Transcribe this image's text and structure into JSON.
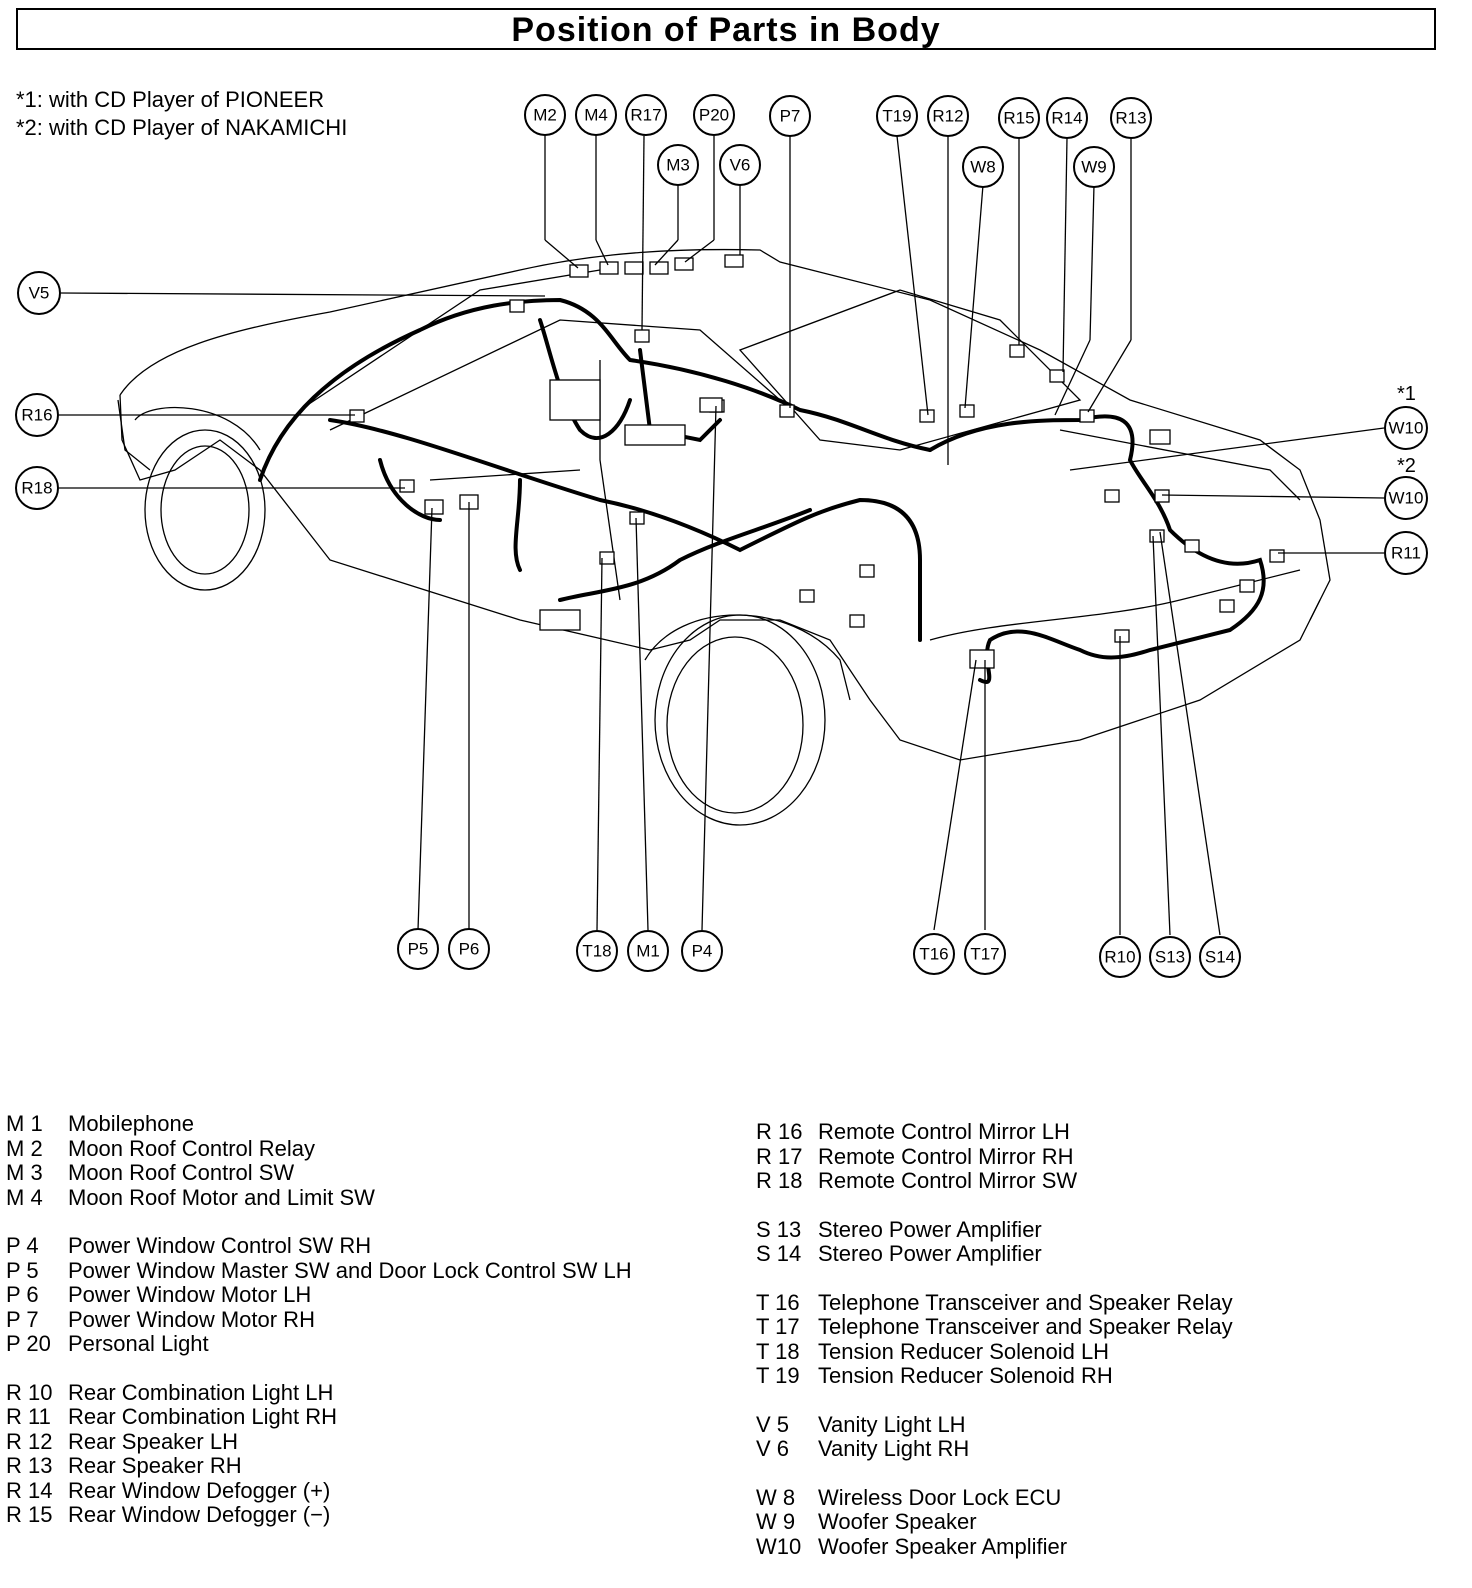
{
  "title": "Position of Parts in Body",
  "notes": [
    "*1: with CD Player of PIONEER",
    "*2: with CD Player of NAKAMICHI"
  ],
  "diagram": {
    "footnote_marks": [
      "*1",
      "*2"
    ],
    "callouts": [
      "M2",
      "M4",
      "R17",
      "P20",
      "P7",
      "T19",
      "R12",
      "R15",
      "R14",
      "R13",
      "M3",
      "V6",
      "W8",
      "W9",
      "V5",
      "R16",
      "R18",
      "W10",
      "W10",
      "R11",
      "P5",
      "P6",
      "T18",
      "M1",
      "P4",
      "T16",
      "T17",
      "R10",
      "S13",
      "S14"
    ]
  },
  "legend_left": [
    [
      {
        "code": "M 1",
        "desc": "Mobilephone"
      },
      {
        "code": "M 2",
        "desc": "Moon Roof Control Relay"
      },
      {
        "code": "M 3",
        "desc": "Moon Roof Control SW"
      },
      {
        "code": "M 4",
        "desc": "Moon Roof Motor and Limit SW"
      }
    ],
    [
      {
        "code": "P  4",
        "desc": "Power Window Control SW RH"
      },
      {
        "code": "P  5",
        "desc": "Power Window Master SW and Door Lock Control SW LH"
      },
      {
        "code": "P  6",
        "desc": "Power Window Motor LH"
      },
      {
        "code": "P  7",
        "desc": "Power Window Motor RH"
      },
      {
        "code": "P 20",
        "desc": "Personal Light"
      }
    ],
    [
      {
        "code": "R 10",
        "desc": "Rear Combination Light LH"
      },
      {
        "code": "R 11",
        "desc": "Rear Combination Light RH"
      },
      {
        "code": "R 12",
        "desc": "Rear Speaker LH"
      },
      {
        "code": "R 13",
        "desc": "Rear Speaker RH"
      },
      {
        "code": "R 14",
        "desc": "Rear Window Defogger (+)"
      },
      {
        "code": "R 15",
        "desc": "Rear Window Defogger (−)"
      }
    ]
  ],
  "legend_right": [
    [
      {
        "code": "R 16",
        "desc": "Remote Control Mirror LH"
      },
      {
        "code": "R 17",
        "desc": "Remote Control Mirror RH"
      },
      {
        "code": "R 18",
        "desc": "Remote Control Mirror SW"
      }
    ],
    [
      {
        "code": "S 13",
        "desc": "Stereo Power Amplifier"
      },
      {
        "code": "S 14",
        "desc": "Stereo Power Amplifier"
      }
    ],
    [
      {
        "code": "T 16",
        "desc": "Telephone Transceiver and Speaker Relay"
      },
      {
        "code": "T 17",
        "desc": "Telephone Transceiver and Speaker Relay"
      },
      {
        "code": "T 18",
        "desc": "Tension Reducer Solenoid LH"
      },
      {
        "code": "T 19",
        "desc": "Tension Reducer Solenoid RH"
      }
    ],
    [
      {
        "code": "V  5",
        "desc": "Vanity Light LH"
      },
      {
        "code": "V  6",
        "desc": "Vanity Light RH"
      }
    ],
    [
      {
        "code": "W 8",
        "desc": "Wireless Door Lock ECU"
      },
      {
        "code": "W 9",
        "desc": "Woofer Speaker"
      },
      {
        "code": "W10",
        "desc": "Woofer Speaker Amplifier"
      }
    ]
  ]
}
